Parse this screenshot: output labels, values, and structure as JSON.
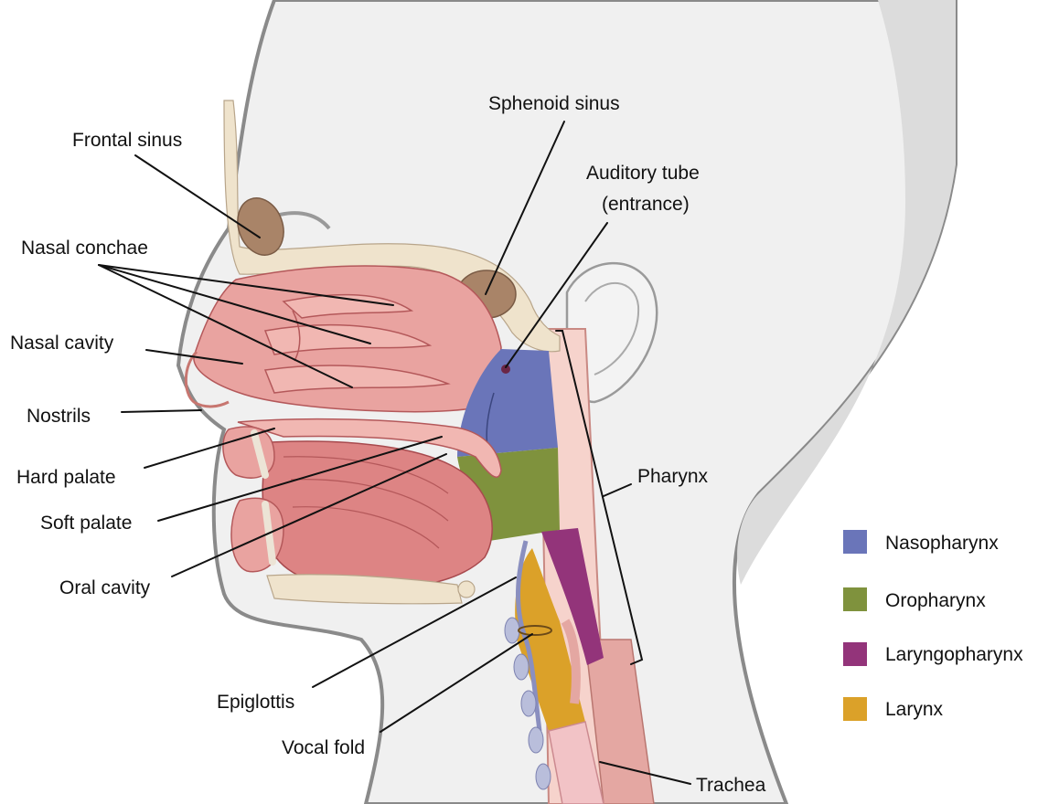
{
  "labels": {
    "frontal_sinus": "Frontal sinus",
    "sphenoid_sinus": "Sphenoid sinus",
    "auditory_tube_line1": "Auditory tube",
    "auditory_tube_line2": "(entrance)",
    "nasal_conchae": "Nasal conchae",
    "nasal_cavity": "Nasal cavity",
    "nostrils": "Nostrils",
    "hard_palate": "Hard palate",
    "soft_palate": "Soft palate",
    "oral_cavity": "Oral cavity",
    "epiglottis": "Epiglottis",
    "vocal_fold": "Vocal fold",
    "trachea": "Trachea",
    "pharynx": "Pharynx"
  },
  "legend": [
    {
      "label": "Nasopharynx",
      "color": "#6a75b9"
    },
    {
      "label": "Oropharynx",
      "color": "#7f923d"
    },
    {
      "label": "Laryngopharynx",
      "color": "#93347a"
    },
    {
      "label": "Larynx",
      "color": "#dba129"
    }
  ],
  "colors": {
    "skin": "#f0f0f0",
    "skin_outline": "#8a8a8a",
    "shadow": "#dcdcdc",
    "tissue": "#e9a3a0",
    "bone": "#efe3cc",
    "sinus": "#a98468"
  }
}
